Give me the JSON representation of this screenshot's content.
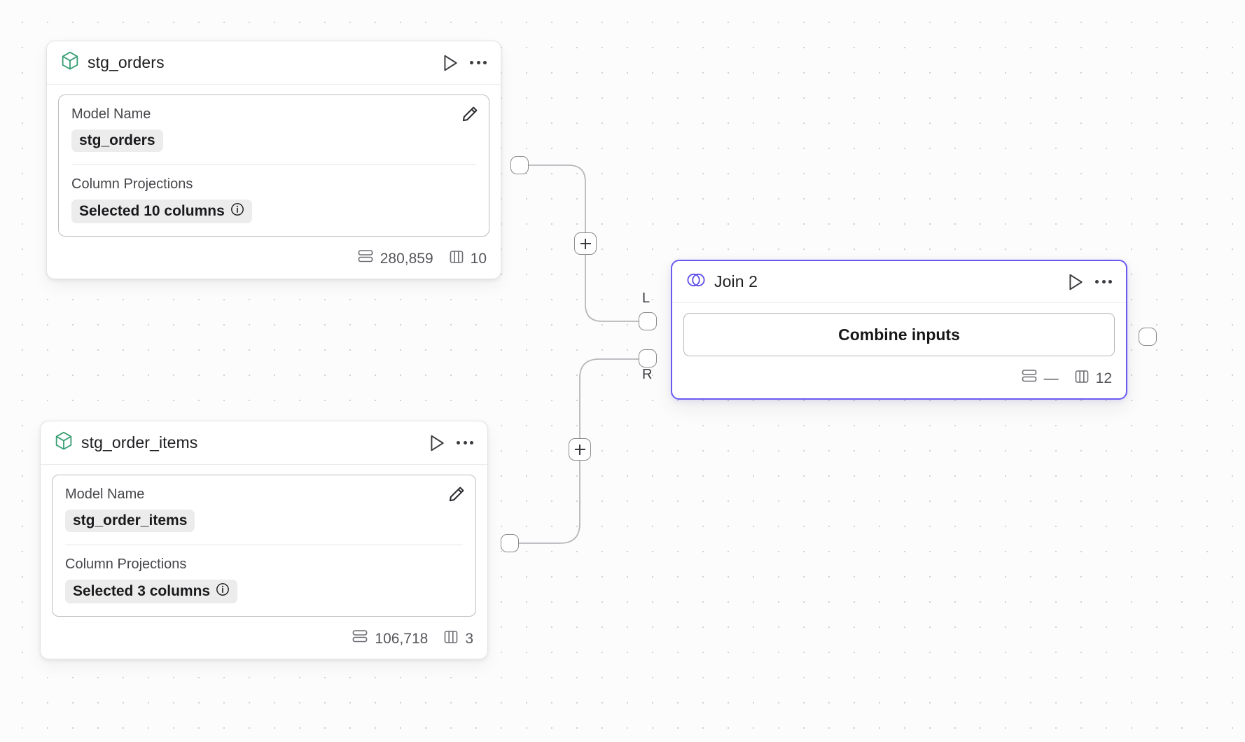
{
  "canvas": {
    "background_color": "#fcfcfc",
    "grid_dot_color": "#d2d2d6",
    "accent_color": "#6a5bf0",
    "model_icon_color": "#3a9e74"
  },
  "nodes": [
    {
      "id": "stg_orders",
      "title": "stg_orders",
      "icon": "cube-icon",
      "type": "model",
      "selected": false,
      "actions": {
        "run_label": "run-icon",
        "menu_label": "more-options-icon"
      },
      "fields": [
        {
          "label": "Model Name",
          "value": "stg_orders"
        },
        {
          "label": "Column Projections",
          "value": "Selected 10 columns",
          "info": "ⓘ"
        }
      ],
      "stats": {
        "rows_icon": "rows-icon",
        "rows": "280,859",
        "columns_icon": "columns-icon",
        "columns": "10"
      }
    },
    {
      "id": "stg_order_items",
      "title": "stg_order_items",
      "icon": "cube-icon",
      "type": "model",
      "selected": false,
      "actions": {
        "run_label": "run-icon",
        "menu_label": "more-options-icon"
      },
      "fields": [
        {
          "label": "Model Name",
          "value": "stg_order_items"
        },
        {
          "label": "Column Projections",
          "value": "Selected 3 columns",
          "info": "ⓘ"
        }
      ],
      "stats": {
        "rows_icon": "rows-icon",
        "rows": "106,718",
        "columns_icon": "columns-icon",
        "columns": "3"
      }
    },
    {
      "id": "join_2",
      "title": "Join 2",
      "icon": "venn-icon",
      "type": "join",
      "selected": true,
      "actions": {
        "run_label": "run-icon",
        "menu_label": "more-options-icon"
      },
      "combine_label": "Combine inputs",
      "input_ports": [
        {
          "label": "L",
          "name": "left"
        },
        {
          "label": "R",
          "name": "right"
        }
      ],
      "stats": {
        "rows_icon": "rows-icon",
        "rows": "—",
        "columns_icon": "columns-icon",
        "columns": "12"
      }
    }
  ],
  "edges": [
    {
      "from": "stg_orders",
      "to": "join_2.L",
      "add_button": "+"
    },
    {
      "from": "stg_order_items",
      "to": "join_2.R",
      "add_button": "+"
    }
  ],
  "add_buttons": {
    "label": "+"
  }
}
